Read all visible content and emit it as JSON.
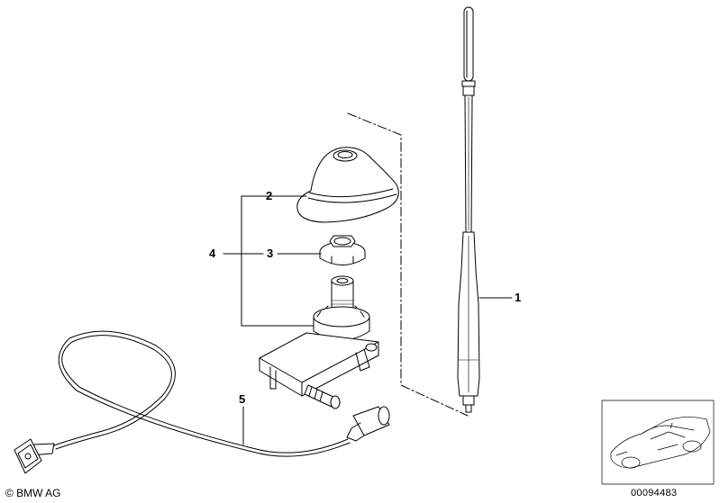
{
  "callouts": {
    "c1": "1",
    "c2": "2",
    "c3": "3",
    "c4": "4",
    "c5": "5"
  },
  "footer": {
    "copyright": "© BMW AG",
    "drawing_number": "00094483"
  }
}
